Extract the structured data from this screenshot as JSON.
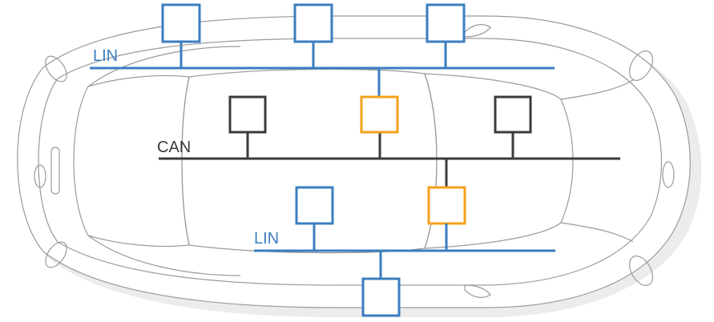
{
  "buses": {
    "lin_top": {
      "label": "LIN"
    },
    "can": {
      "label": "CAN"
    },
    "lin_bottom": {
      "label": "LIN"
    }
  },
  "colors": {
    "lin": "#3a7ebf",
    "can": "#3b3b3b",
    "gateway": "#f3a21b",
    "car_outline": "#9a9a9a",
    "car_shadow": "#ececec"
  }
}
